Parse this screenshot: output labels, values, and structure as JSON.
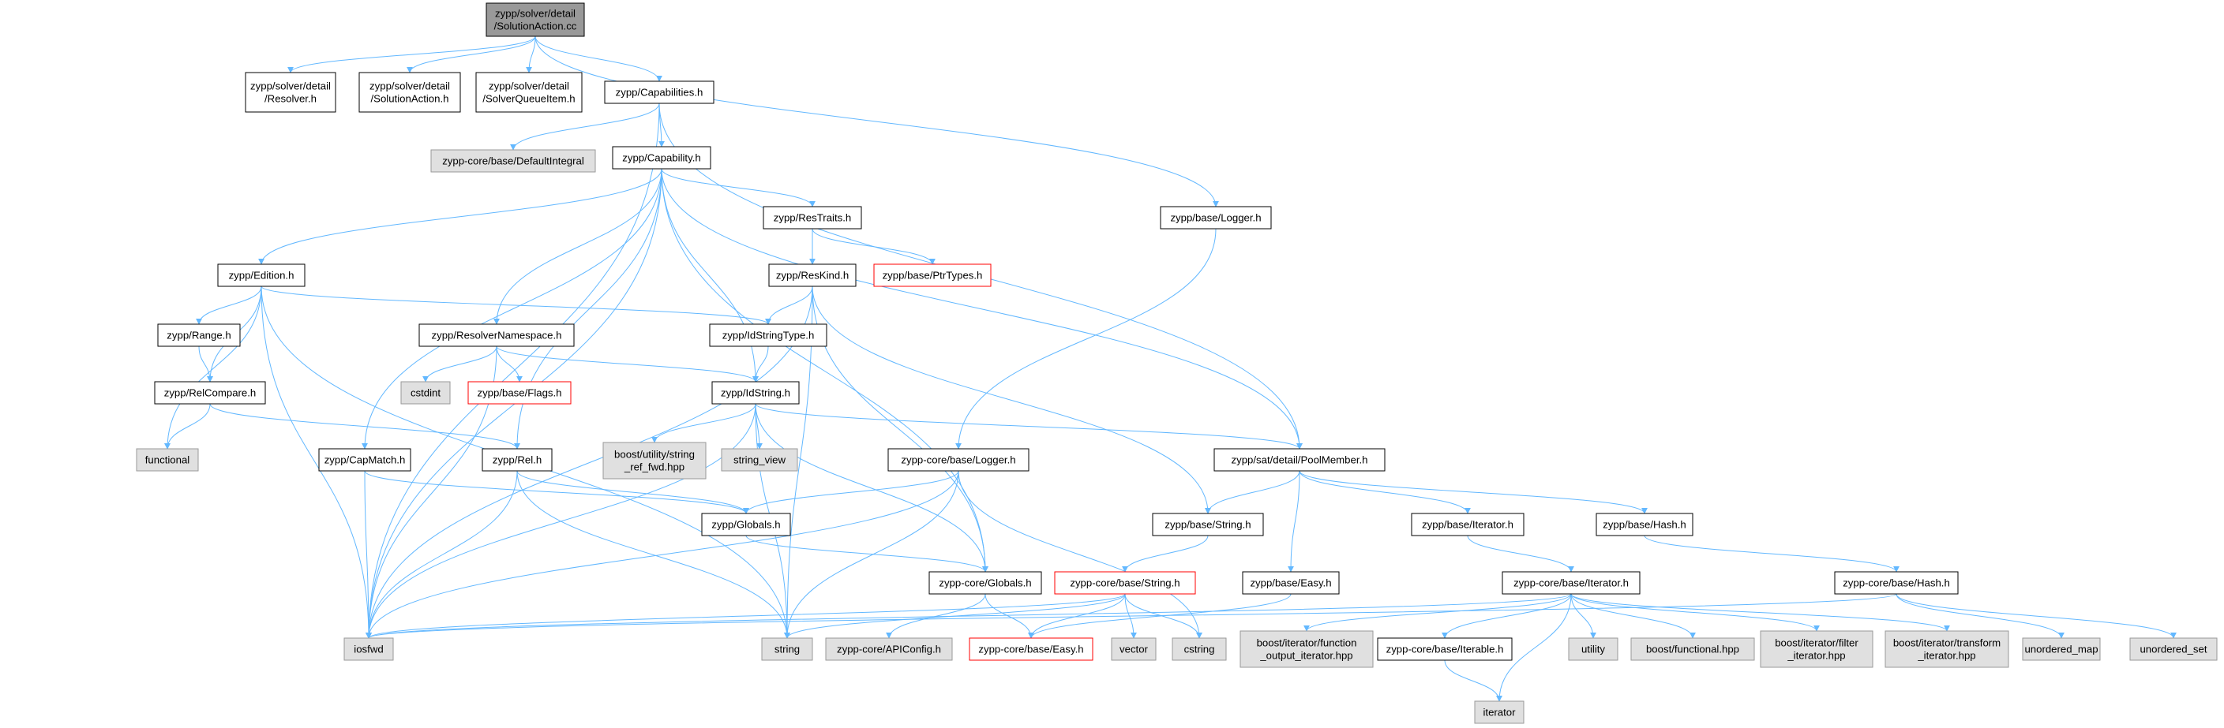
{
  "colors": {
    "edge": "#63B8FF",
    "node_border": "#000000",
    "node_fill": "#ffffff",
    "external_fill": "#E0E0E0",
    "external_border": "#999999",
    "root_fill": "#999999",
    "missing_border": "#FF0000"
  },
  "nodes": [
    {
      "id": "root",
      "lines": [
        "zypp/solver/detail",
        "/SolutionAction.cc"
      ],
      "style": "root"
    },
    {
      "id": "resolver_h",
      "lines": [
        "zypp/solver/detail",
        "/Resolver.h"
      ],
      "style": "normal"
    },
    {
      "id": "solutionaction_h",
      "lines": [
        "zypp/solver/detail",
        "/SolutionAction.h"
      ],
      "style": "normal"
    },
    {
      "id": "solverqueueitem_h",
      "lines": [
        "zypp/solver/detail",
        "/SolverQueueItem.h"
      ],
      "style": "normal"
    },
    {
      "id": "capabilities_h",
      "lines": [
        "zypp/Capabilities.h"
      ],
      "style": "normal"
    },
    {
      "id": "defaultintegral",
      "lines": [
        "zypp-core/base/DefaultIntegral"
      ],
      "style": "external"
    },
    {
      "id": "capability_h",
      "lines": [
        "zypp/Capability.h"
      ],
      "style": "normal"
    },
    {
      "id": "base_logger_h",
      "lines": [
        "zypp/base/Logger.h"
      ],
      "style": "normal"
    },
    {
      "id": "restraits_h",
      "lines": [
        "zypp/ResTraits.h"
      ],
      "style": "normal"
    },
    {
      "id": "ptrtypes_h",
      "lines": [
        "zypp/base/PtrTypes.h"
      ],
      "style": "missing"
    },
    {
      "id": "edition_h",
      "lines": [
        "zypp/Edition.h"
      ],
      "style": "normal"
    },
    {
      "id": "reskind_h",
      "lines": [
        "zypp/ResKind.h"
      ],
      "style": "normal"
    },
    {
      "id": "range_h",
      "lines": [
        "zypp/Range.h"
      ],
      "style": "normal"
    },
    {
      "id": "resolvernamespace_h",
      "lines": [
        "zypp/ResolverNamespace.h"
      ],
      "style": "normal"
    },
    {
      "id": "idstringtype_h",
      "lines": [
        "zypp/IdStringType.h"
      ],
      "style": "normal"
    },
    {
      "id": "relcompare_h",
      "lines": [
        "zypp/RelCompare.h"
      ],
      "style": "normal"
    },
    {
      "id": "cstdint",
      "lines": [
        "cstdint"
      ],
      "style": "external"
    },
    {
      "id": "flags_h",
      "lines": [
        "zypp/base/Flags.h"
      ],
      "style": "missing"
    },
    {
      "id": "idstring_h",
      "lines": [
        "zypp/IdString.h"
      ],
      "style": "normal"
    },
    {
      "id": "functional",
      "lines": [
        "functional"
      ],
      "style": "external"
    },
    {
      "id": "capmatch_h",
      "lines": [
        "zypp/CapMatch.h"
      ],
      "style": "normal"
    },
    {
      "id": "rel_h",
      "lines": [
        "zypp/Rel.h"
      ],
      "style": "normal"
    },
    {
      "id": "string_ref_fwd",
      "lines": [
        "boost/utility/string",
        "_ref_fwd.hpp"
      ],
      "style": "external"
    },
    {
      "id": "string_view",
      "lines": [
        "string_view"
      ],
      "style": "external"
    },
    {
      "id": "core_logger_h",
      "lines": [
        "zypp-core/base/Logger.h"
      ],
      "style": "normal"
    },
    {
      "id": "poolmember_h",
      "lines": [
        "zypp/sat/detail/PoolMember.h"
      ],
      "style": "normal"
    },
    {
      "id": "globals_h",
      "lines": [
        "zypp/Globals.h"
      ],
      "style": "normal"
    },
    {
      "id": "base_string_h",
      "lines": [
        "zypp/base/String.h"
      ],
      "style": "normal"
    },
    {
      "id": "base_iterator_h",
      "lines": [
        "zypp/base/Iterator.h"
      ],
      "style": "normal"
    },
    {
      "id": "base_hash_h",
      "lines": [
        "zypp/base/Hash.h"
      ],
      "style": "normal"
    },
    {
      "id": "core_globals_h",
      "lines": [
        "zypp-core/Globals.h"
      ],
      "style": "normal"
    },
    {
      "id": "core_string_h",
      "lines": [
        "zypp-core/base/String.h"
      ],
      "style": "missing"
    },
    {
      "id": "base_easy_h",
      "lines": [
        "zypp/base/Easy.h"
      ],
      "style": "normal"
    },
    {
      "id": "core_iterator_h",
      "lines": [
        "zypp-core/base/Iterator.h"
      ],
      "style": "normal"
    },
    {
      "id": "core_hash_h",
      "lines": [
        "zypp-core/base/Hash.h"
      ],
      "style": "normal"
    },
    {
      "id": "iosfwd",
      "lines": [
        "iosfwd"
      ],
      "style": "external"
    },
    {
      "id": "string",
      "lines": [
        "string"
      ],
      "style": "external"
    },
    {
      "id": "apiconfig_h",
      "lines": [
        "zypp-core/APIConfig.h"
      ],
      "style": "external"
    },
    {
      "id": "core_easy_h",
      "lines": [
        "zypp-core/base/Easy.h"
      ],
      "style": "missing"
    },
    {
      "id": "vector",
      "lines": [
        "vector"
      ],
      "style": "external"
    },
    {
      "id": "cstring",
      "lines": [
        "cstring"
      ],
      "style": "external"
    },
    {
      "id": "function_output_iterator",
      "lines": [
        "boost/iterator/function",
        "_output_iterator.hpp"
      ],
      "style": "external"
    },
    {
      "id": "core_iterable_h",
      "lines": [
        "zypp-core/base/Iterable.h"
      ],
      "style": "normal"
    },
    {
      "id": "utility",
      "lines": [
        "utility"
      ],
      "style": "external"
    },
    {
      "id": "boost_functional",
      "lines": [
        "boost/functional.hpp"
      ],
      "style": "external"
    },
    {
      "id": "filter_iterator",
      "lines": [
        "boost/iterator/filter",
        "_iterator.hpp"
      ],
      "style": "external"
    },
    {
      "id": "transform_iterator",
      "lines": [
        "boost/iterator/transform",
        "_iterator.hpp"
      ],
      "style": "external"
    },
    {
      "id": "unordered_map",
      "lines": [
        "unordered_map"
      ],
      "style": "external"
    },
    {
      "id": "unordered_set",
      "lines": [
        "unordered_set"
      ],
      "style": "external"
    },
    {
      "id": "iterator",
      "lines": [
        "iterator"
      ],
      "style": "external"
    }
  ],
  "edges": [
    [
      "root",
      "resolver_h"
    ],
    [
      "root",
      "solutionaction_h"
    ],
    [
      "root",
      "solverqueueitem_h"
    ],
    [
      "root",
      "capabilities_h"
    ],
    [
      "root",
      "base_logger_h"
    ],
    [
      "capabilities_h",
      "iosfwd"
    ],
    [
      "capabilities_h",
      "defaultintegral"
    ],
    [
      "capabilities_h",
      "capability_h"
    ],
    [
      "capabilities_h",
      "poolmember_h"
    ],
    [
      "capability_h",
      "iosfwd"
    ],
    [
      "capability_h",
      "edition_h"
    ],
    [
      "capability_h",
      "restraits_h"
    ],
    [
      "capability_h",
      "resolvernamespace_h"
    ],
    [
      "capability_h",
      "capmatch_h"
    ],
    [
      "capability_h",
      "rel_h"
    ],
    [
      "capability_h",
      "idstring_h"
    ],
    [
      "capability_h",
      "core_globals_h"
    ],
    [
      "capability_h",
      "poolmember_h"
    ],
    [
      "restraits_h",
      "ptrtypes_h"
    ],
    [
      "restraits_h",
      "reskind_h"
    ],
    [
      "reskind_h",
      "iosfwd"
    ],
    [
      "reskind_h",
      "idstringtype_h"
    ],
    [
      "reskind_h",
      "string"
    ],
    [
      "reskind_h",
      "core_globals_h"
    ],
    [
      "reskind_h",
      "base_string_h"
    ],
    [
      "edition_h",
      "iosfwd"
    ],
    [
      "edition_h",
      "range_h"
    ],
    [
      "edition_h",
      "relcompare_h"
    ],
    [
      "edition_h",
      "functional"
    ],
    [
      "edition_h",
      "idstringtype_h"
    ],
    [
      "edition_h",
      "string"
    ],
    [
      "range_h",
      "relcompare_h"
    ],
    [
      "relcompare_h",
      "functional"
    ],
    [
      "relcompare_h",
      "rel_h"
    ],
    [
      "resolvernamespace_h",
      "iosfwd"
    ],
    [
      "resolvernamespace_h",
      "cstdint"
    ],
    [
      "resolvernamespace_h",
      "flags_h"
    ],
    [
      "resolvernamespace_h",
      "idstring_h"
    ],
    [
      "idstringtype_h",
      "idstring_h"
    ],
    [
      "idstring_h",
      "iosfwd"
    ],
    [
      "idstring_h",
      "string_ref_fwd"
    ],
    [
      "idstring_h",
      "string_view"
    ],
    [
      "idstring_h",
      "string"
    ],
    [
      "idstring_h",
      "core_globals_h"
    ],
    [
      "idstring_h",
      "poolmember_h"
    ],
    [
      "capmatch_h",
      "iosfwd"
    ],
    [
      "capmatch_h",
      "globals_h"
    ],
    [
      "rel_h",
      "iosfwd"
    ],
    [
      "rel_h",
      "string"
    ],
    [
      "rel_h",
      "globals_h"
    ],
    [
      "base_logger_h",
      "core_logger_h"
    ],
    [
      "core_logger_h",
      "iosfwd"
    ],
    [
      "core_logger_h",
      "string"
    ],
    [
      "core_logger_h",
      "globals_h"
    ],
    [
      "core_logger_h",
      "cstring"
    ],
    [
      "globals_h",
      "core_globals_h"
    ],
    [
      "core_globals_h",
      "apiconfig_h"
    ],
    [
      "core_globals_h",
      "core_easy_h"
    ],
    [
      "poolmember_h",
      "base_string_h"
    ],
    [
      "poolmember_h",
      "base_easy_h"
    ],
    [
      "poolmember_h",
      "base_iterator_h"
    ],
    [
      "poolmember_h",
      "base_hash_h"
    ],
    [
      "base_string_h",
      "core_string_h"
    ],
    [
      "core_string_h",
      "iosfwd"
    ],
    [
      "core_string_h",
      "string"
    ],
    [
      "core_string_h",
      "core_easy_h"
    ],
    [
      "core_string_h",
      "vector"
    ],
    [
      "core_string_h",
      "cstring"
    ],
    [
      "base_easy_h",
      "core_easy_h"
    ],
    [
      "base_iterator_h",
      "core_iterator_h"
    ],
    [
      "core_iterator_h",
      "iosfwd"
    ],
    [
      "core_iterator_h",
      "function_output_iterator"
    ],
    [
      "core_iterator_h",
      "core_iterable_h"
    ],
    [
      "core_iterator_h",
      "utility"
    ],
    [
      "core_iterator_h",
      "boost_functional"
    ],
    [
      "core_iterator_h",
      "filter_iterator"
    ],
    [
      "core_iterator_h",
      "transform_iterator"
    ],
    [
      "core_iterator_h",
      "iterator"
    ],
    [
      "core_iterable_h",
      "iterator"
    ],
    [
      "base_hash_h",
      "core_hash_h"
    ],
    [
      "core_hash_h",
      "iosfwd"
    ],
    [
      "core_hash_h",
      "unordered_map"
    ],
    [
      "core_hash_h",
      "unordered_set"
    ]
  ]
}
